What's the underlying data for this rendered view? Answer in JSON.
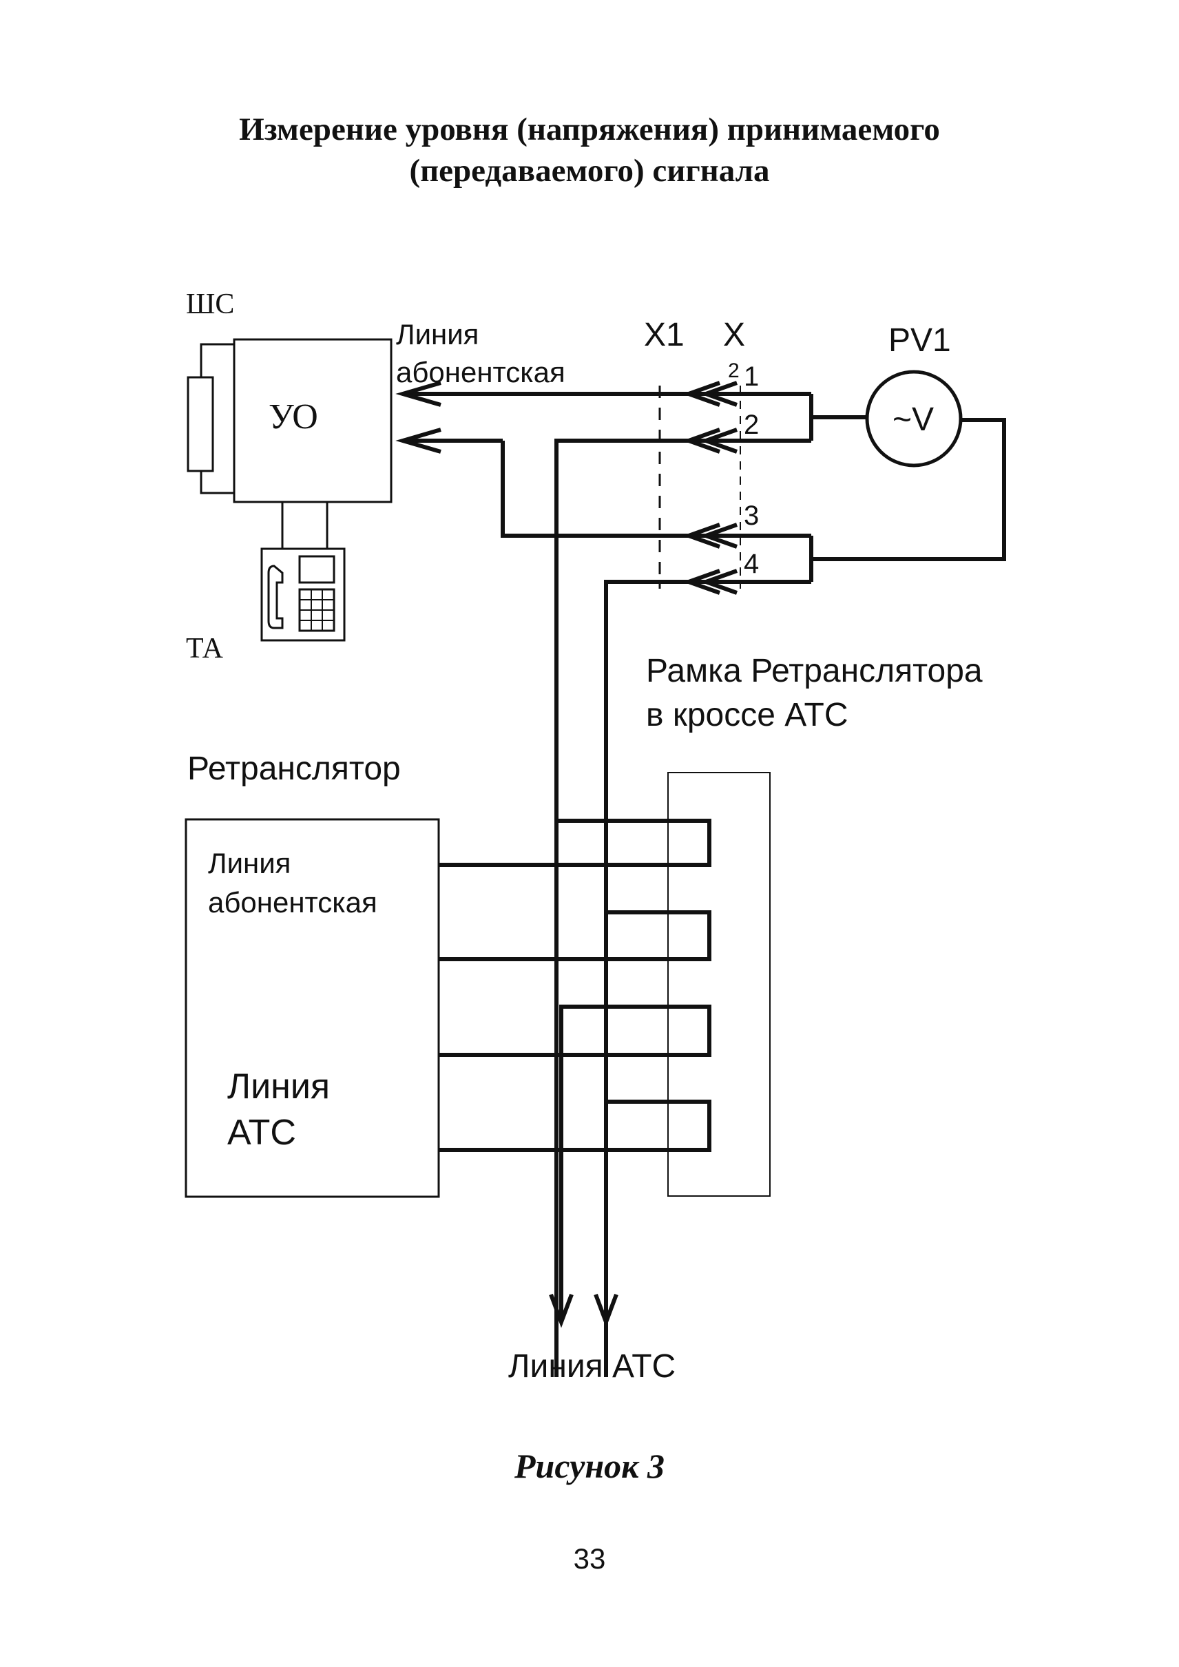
{
  "header": {
    "title_line1": "Измерение уровня (напряжения) принимаемого",
    "title_line2": "(передаваемого) сигнала"
  },
  "diagram": {
    "labels": {
      "shs": "ШС",
      "uo": "УО",
      "ta": "ТА",
      "line_subscriber_line1": "Линия",
      "line_subscriber_line2": "абонентская",
      "x1": "X1",
      "x2": "X",
      "x2_sub": "2",
      "pv1": "PV1",
      "voltmeter": "~V",
      "pin1": "1",
      "pin2": "2",
      "pin3": "3",
      "pin4": "4",
      "frame_line1": "Рамка Ретранслятора",
      "frame_line2": "в кроссе АТС",
      "repeater": "Ретранслятор",
      "repeater_sub_line1": "Линия",
      "repeater_sub_line2": "абонентская",
      "repeater_ats_line1": "Линия",
      "repeater_ats_line2": "АТС",
      "ats_line_bottom": "Линия АТС"
    }
  },
  "footer": {
    "caption": "Рисунок 3",
    "page_number": "33"
  }
}
